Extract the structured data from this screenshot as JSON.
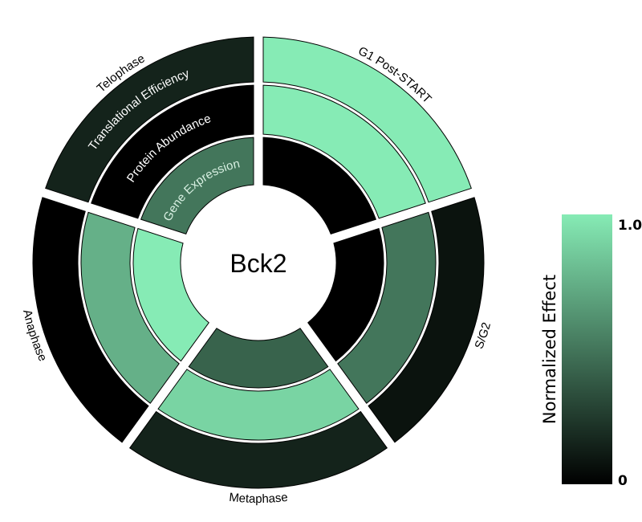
{
  "chart_data": {
    "type": "radial-heatmap",
    "title": "Bck2",
    "phases": [
      "G1 Post-START",
      "S/G2",
      "Metaphase",
      "Anaphase",
      "Telophase"
    ],
    "rings": [
      "Gene Expression",
      "Protein Abundance",
      "Translational Efficiency"
    ],
    "series": [
      {
        "name": "Gene Expression",
        "values": [
          0.0,
          0.0,
          0.42,
          1.0,
          0.5
        ]
      },
      {
        "name": "Protein Abundance",
        "values": [
          1.0,
          0.5,
          0.9,
          0.75,
          0.0
        ]
      },
      {
        "name": "Translational Efficiency",
        "values": [
          1.0,
          0.08,
          0.15,
          0.0,
          0.15
        ]
      }
    ],
    "colorbar": {
      "label": "Normalized Effect",
      "min_label": "0",
      "max_label": "1.0",
      "range": [
        0,
        1
      ],
      "color_min": "#000000",
      "color_max": "#86ebb5"
    }
  }
}
